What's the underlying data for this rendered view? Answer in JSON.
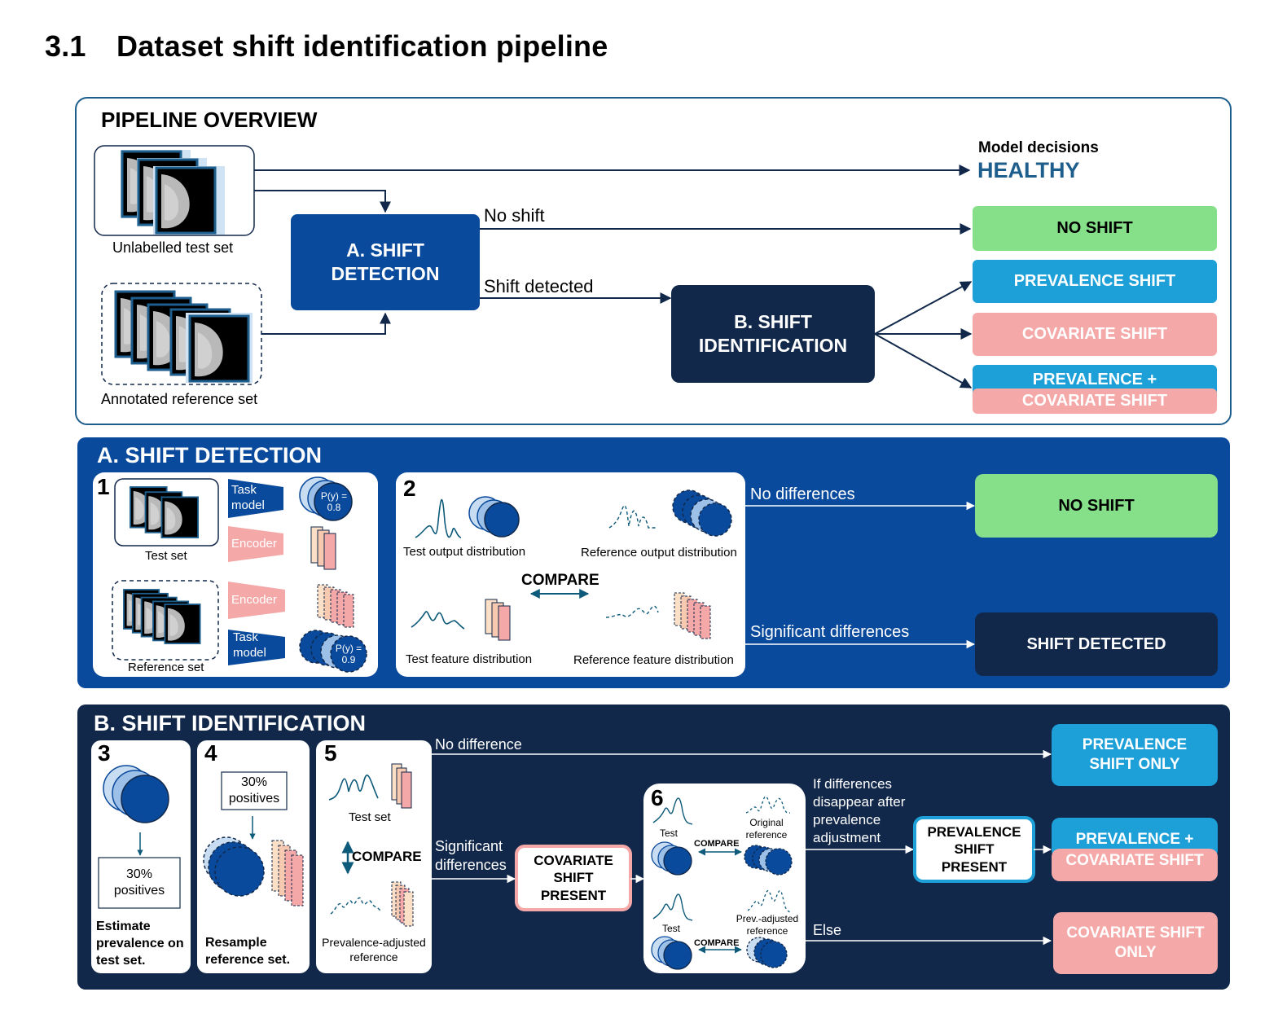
{
  "title": {
    "number": "3.1",
    "text": "Dataset shift identification pipeline"
  },
  "colors": {
    "blue": "#0a4a9c",
    "navy": "#11284a",
    "green": "#86e08a",
    "cyan": "#1d9fd8",
    "pink": "#f5a8a8",
    "dark_line": "#11284a"
  },
  "overview": {
    "title": "PIPELINE OVERVIEW",
    "unlabelled_label": "Unlabelled test set",
    "annotated_label": "Annotated reference set",
    "shift_detection_box": "A. SHIFT DETECTION",
    "shift_identification_box": "B. SHIFT IDENTIFICATION",
    "no_shift_edge": "No shift",
    "shift_detected_edge": "Shift detected",
    "model_decisions": "Model decisions",
    "healthy": "HEALTHY",
    "outcomes": {
      "no_shift": "NO SHIFT",
      "prevalence": "PREVALENCE SHIFT",
      "covariate": "COVARIATE SHIFT",
      "combo_top": "PREVALENCE +",
      "combo_bottom": "COVARIATE SHIFT"
    }
  },
  "detection": {
    "title": "A. SHIFT DETECTION",
    "step1": "1",
    "step2": "2",
    "test_set": "Test set",
    "reference_set": "Reference set",
    "task_model": "Task model",
    "encoder": "Encoder",
    "py_test": "P(y) = 0.8",
    "py_ref": "P(y) = 0.9",
    "test_output": "Test output distribution",
    "ref_output": "Reference output distribution",
    "compare": "COMPARE",
    "test_feature": "Test feature distribution",
    "ref_feature": "Reference feature distribution",
    "no_diff_edge": "No differences",
    "sig_diff_edge": "Significant differences",
    "no_shift": "NO SHIFT",
    "shift_detected": "SHIFT DETECTED"
  },
  "identification": {
    "title": "B. SHIFT IDENTIFICATION",
    "step3": "3",
    "step4": "4",
    "step5": "5",
    "step6": "6",
    "positives": "30% positives",
    "estimate": "Estimate prevalence on test set.",
    "resample": "Resample reference set.",
    "test_set": "Test set",
    "compare": "COMPARE",
    "prev_adjusted_ref": "Prevalence-adjusted reference",
    "no_difference": "No difference",
    "significant_differences": "Significant differences",
    "covariate_present": "COVARIATE SHIFT PRESENT",
    "test": "Test",
    "original_reference": "Original reference",
    "prev_adjusted": "Prev.-adjusted reference",
    "compare_small": "COMPARE",
    "if_differences": "If differences disappear after prevalence adjustment",
    "else": "Else",
    "prevalence_present": "PREVALENCE SHIFT PRESENT",
    "prevalence_only": "PREVALENCE SHIFT ONLY",
    "combo_top": "PREVALENCE +",
    "combo_bottom": "COVARIATE SHIFT",
    "covariate_only": "COVARIATE SHIFT ONLY"
  }
}
